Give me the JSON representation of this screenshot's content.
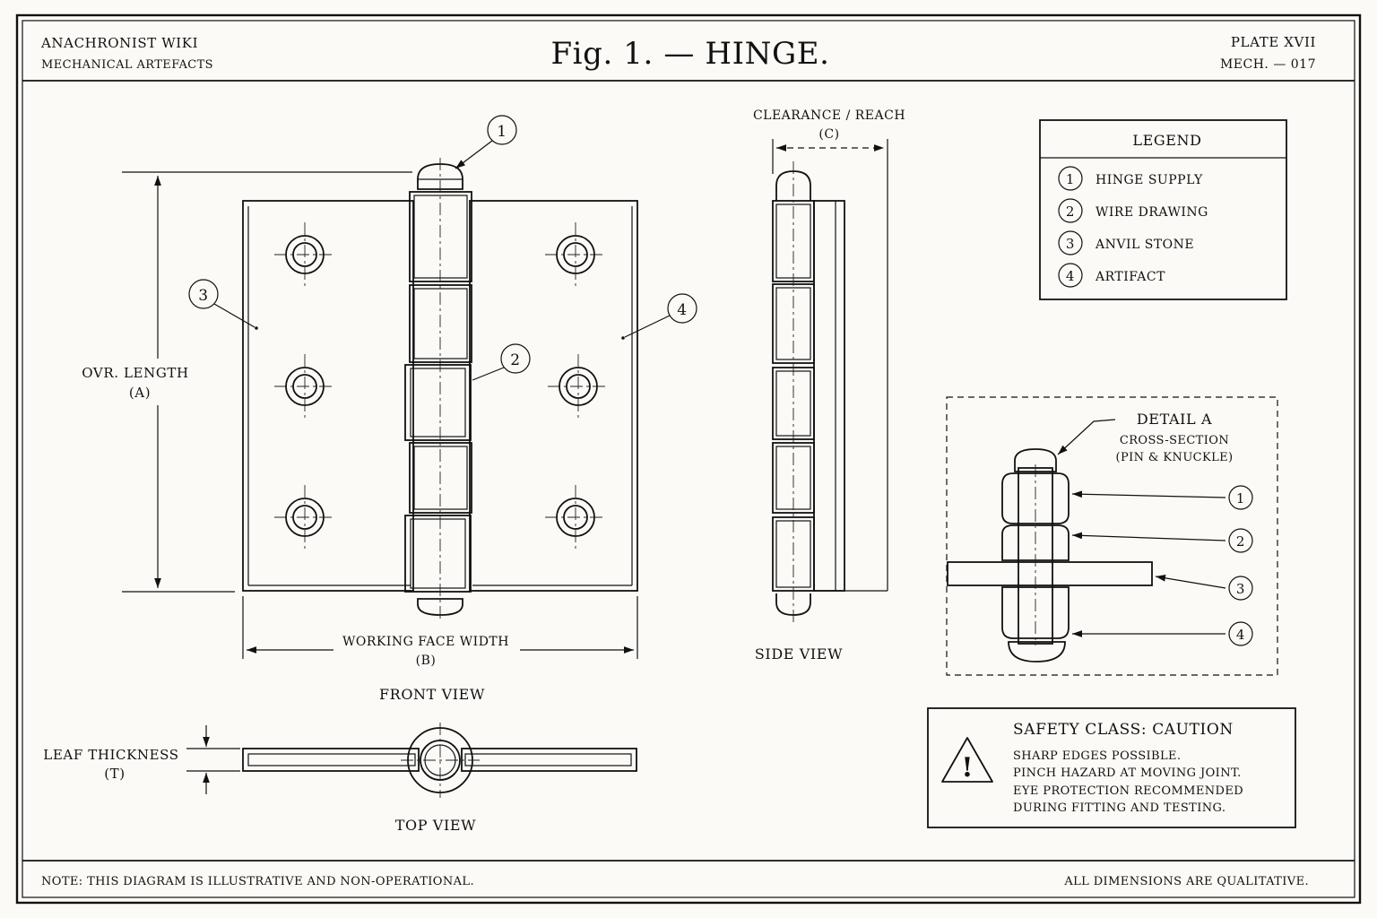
{
  "header": {
    "wiki_name": "ANACHRONIST WIKI",
    "category": "MECHANICAL ARTEFACTS",
    "title": "Fig. 1. — HINGE.",
    "plate": "PLATE  XVII",
    "code": "MECH.  —  017"
  },
  "callouts": {
    "c1": "1",
    "c2": "2",
    "c3": "3",
    "c4": "4"
  },
  "dimensions": {
    "length_label": "OVR. LENGTH",
    "length_symbol": "(A)",
    "width_label": "WORKING FACE WIDTH",
    "width_symbol": "(B)",
    "clearance_label": "CLEARANCE / REACH",
    "clearance_symbol": "(C)",
    "thickness_label": "LEAF THICKNESS",
    "thickness_symbol": "(T)"
  },
  "views": {
    "front": "FRONT VIEW",
    "side": "SIDE VIEW",
    "top": "TOP VIEW"
  },
  "legend": {
    "title": "LEGEND",
    "items": [
      {
        "num": "1",
        "label": "HINGE SUPPLY"
      },
      {
        "num": "2",
        "label": "WIRE DRAWING"
      },
      {
        "num": "3",
        "label": "ANVIL STONE"
      },
      {
        "num": "4",
        "label": "ARTIFACT"
      }
    ]
  },
  "detail": {
    "title": "DETAIL A",
    "subtitle_1": "CROSS-SECTION",
    "subtitle_2": "(PIN & KNUCKLE)",
    "callouts": [
      "1",
      "2",
      "3",
      "4"
    ]
  },
  "safety": {
    "title": "SAFETY CLASS:  CAUTION",
    "icon_glyph": "!",
    "lines": [
      "SHARP EDGES POSSIBLE.",
      "PINCH HAZARD AT MOVING JOINT.",
      "EYE PROTECTION RECOMMENDED",
      "DURING FITTING AND TESTING."
    ]
  },
  "footer": {
    "note": "NOTE:  THIS DIAGRAM IS ILLUSTRATIVE AND NON-OPERATIONAL.",
    "dims_note": "ALL DIMENSIONS ARE QUALITATIVE."
  }
}
